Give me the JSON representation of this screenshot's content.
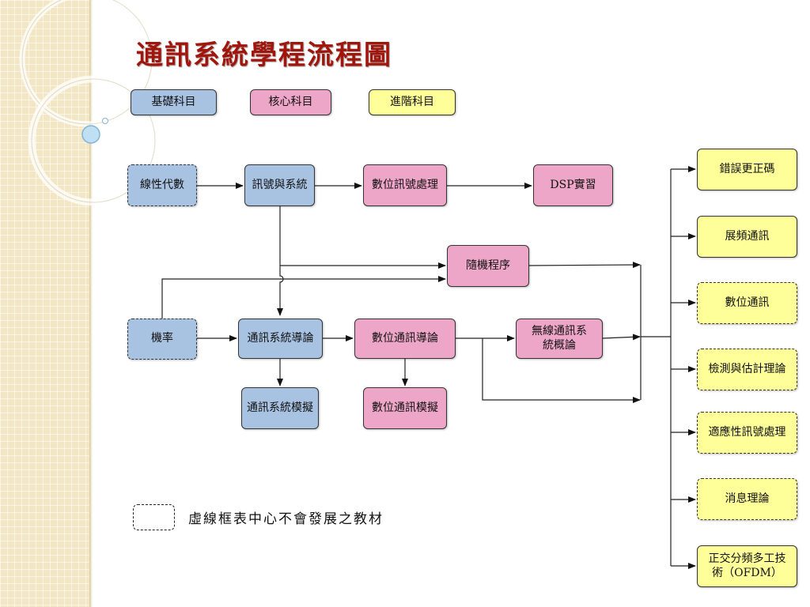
{
  "title": "通訊系統學程流程圖",
  "legend": {
    "basic": "基礎科目",
    "core": "核心科目",
    "advanced": "進階科目"
  },
  "nodes": {
    "linear_algebra": "線性代數",
    "signals_systems": "訊號與系統",
    "dsp": "數位訊號處理",
    "dsp_lab": "DSP實習",
    "random_process": "隨機程序",
    "probability": "機率",
    "comm_systems_intro": "通訊系統導論",
    "digital_comm_intro": "數位通訊導論",
    "wireless_intro": "無線通訊系統概論",
    "comm_sim": "通訊系統模擬",
    "digital_comm_sim": "數位通訊模擬",
    "ecc": "錯誤更正碼",
    "spread_spectrum": "展頻通訊",
    "digital_comm": "數位通訊",
    "detection_estimation": "檢測與估計理論",
    "adaptive_sp": "適應性訊號處理",
    "info_theory": "消息理論",
    "ofdm": "正交分頻多工技術（OFDM）"
  },
  "note": "虛線框表中心不會發展之教材",
  "colors": {
    "basic": "#a8c2e2",
    "core": "#eea6c8",
    "advanced": "#ffff99",
    "title": "#a0150c"
  }
}
